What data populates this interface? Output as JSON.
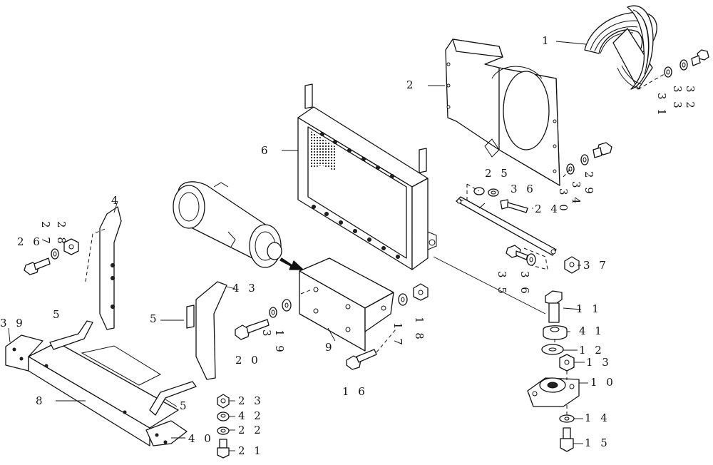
{
  "callouts": [
    {
      "id": "c1",
      "text": "1"
    },
    {
      "id": "c2",
      "text": "2"
    },
    {
      "id": "c32",
      "text": "3 2"
    },
    {
      "id": "c33",
      "text": "3 3"
    },
    {
      "id": "c31",
      "text": "3 1"
    },
    {
      "id": "c6",
      "text": "6"
    },
    {
      "id": "c29",
      "text": "2 9"
    },
    {
      "id": "c34",
      "text": "3 4"
    },
    {
      "id": "c30",
      "text": "3 0"
    },
    {
      "id": "c25",
      "text": "2 5"
    },
    {
      "id": "c36a",
      "text": "3 6"
    },
    {
      "id": "c24",
      "text": "2 4"
    },
    {
      "id": "c35",
      "text": "3 5"
    },
    {
      "id": "c36b",
      "text": "3 6"
    },
    {
      "id": "c37",
      "text": "3 7"
    },
    {
      "id": "c4",
      "text": "4"
    },
    {
      "id": "c28",
      "text": "2 8"
    },
    {
      "id": "c27",
      "text": "2 7"
    },
    {
      "id": "c26",
      "text": "2 6"
    },
    {
      "id": "c43",
      "text": "4 3"
    },
    {
      "id": "c5a",
      "text": "5"
    },
    {
      "id": "c39",
      "text": "3 9"
    },
    {
      "id": "c5b",
      "text": "5"
    },
    {
      "id": "c19",
      "text": "1 9"
    },
    {
      "id": "c3",
      "text": "3"
    },
    {
      "id": "c20",
      "text": "2 0"
    },
    {
      "id": "c9",
      "text": "9"
    },
    {
      "id": "c17",
      "text": "1 7"
    },
    {
      "id": "c18",
      "text": "1 8"
    },
    {
      "id": "c16",
      "text": "1 6"
    },
    {
      "id": "c11",
      "text": "1 1"
    },
    {
      "id": "c41",
      "text": "4 1"
    },
    {
      "id": "c12",
      "text": "1 2"
    },
    {
      "id": "c13",
      "text": "1 3"
    },
    {
      "id": "c10",
      "text": "1 0"
    },
    {
      "id": "c14",
      "text": "1 4"
    },
    {
      "id": "c15",
      "text": "1 5"
    },
    {
      "id": "c8",
      "text": "8"
    },
    {
      "id": "c5c",
      "text": "5"
    },
    {
      "id": "c40",
      "text": "4 0"
    },
    {
      "id": "c23",
      "text": "2 3"
    },
    {
      "id": "c42",
      "text": "4 2"
    },
    {
      "id": "c22",
      "text": "2 2"
    },
    {
      "id": "c21",
      "text": "2 1"
    }
  ]
}
